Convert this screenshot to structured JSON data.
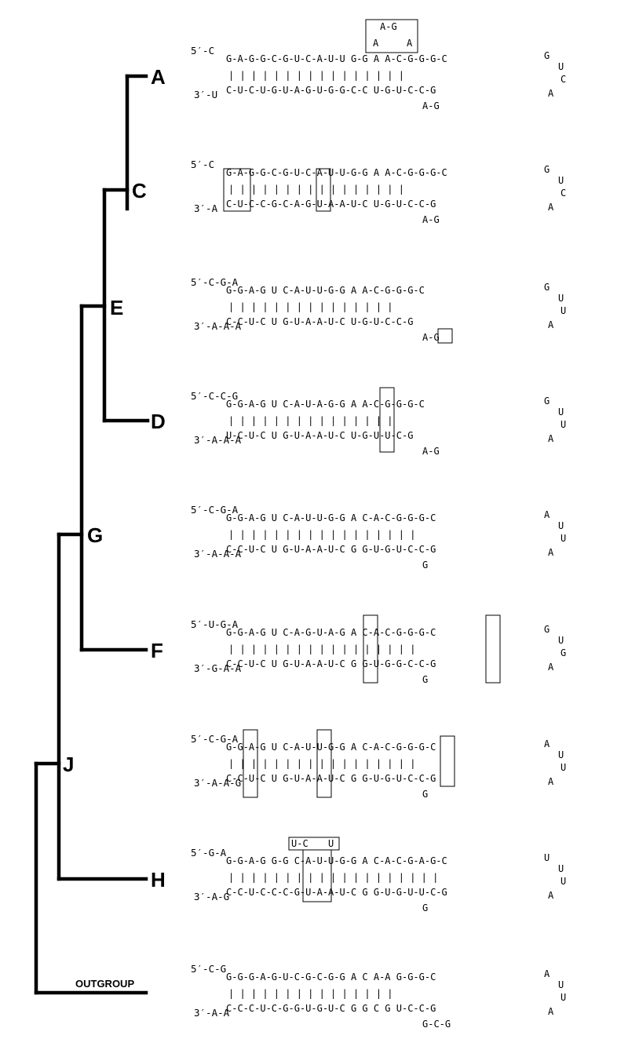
{
  "tree": {
    "taxa": [
      {
        "id": "A",
        "label": "A"
      },
      {
        "id": "C",
        "label": "C"
      },
      {
        "id": "E",
        "label": "E"
      },
      {
        "id": "D",
        "label": "D"
      },
      {
        "id": "G",
        "label": "G"
      },
      {
        "id": "F",
        "label": "F"
      },
      {
        "id": "J",
        "label": "J"
      },
      {
        "id": "H",
        "label": "H"
      },
      {
        "id": "OUT",
        "label": "OUTGROUP"
      }
    ]
  },
  "structures": [
    {
      "taxon": "A",
      "five_end": "5′-C",
      "three_end": "3′-U",
      "top": "G-A-G-G-C-G-U-C-A-U-U  G-G  A  A-C-G-G-G-C",
      "pairs": "|  |  |  |  |  |  |  |  |  |  |           |  |  |  |  |",
      "bottom": "C-U-C-U-G-U-A-G-U-G-G-C-C          U-G-U-C-C-G",
      "inner_loop": "A-G",
      "hairpin": [
        "G",
        "U",
        "C",
        "A"
      ],
      "box_text": [
        "A-G",
        "A",
        "A"
      ]
    },
    {
      "taxon": "C",
      "five_end": "5′-C",
      "three_end": "3′-A",
      "top": "G-A-G-G-C-G-U-C-A-U-U-G-G  A  A-C-G-G-G-C",
      "pairs": "|  |  |  |  |  |  |  |  |  |  |           |  |  |  |  |",
      "bottom": "C-U-C-C-G-C-A-G-U-A-A-U-C          U-G-U-C-C-G",
      "inner_loop": "A-G",
      "hairpin": [
        "G",
        "U",
        "C",
        "A"
      ]
    },
    {
      "taxon": "E",
      "five_end": "5′-C-G-A",
      "three_end": "3′-A-A-A",
      "top": "G-G-A-G  U  C-A-U-U-G-G  A  A-C-G-G-G-C",
      "pairs": "|  |  |  |      |  |  |  |  |          |  |  |  |  |  |",
      "bottom": "C-C-U-C  U  G-U-A-A-U-C          U-G-U-C-C-G",
      "inner_loop": "A-G",
      "hairpin": [
        "G",
        "U",
        "U",
        "A"
      ]
    },
    {
      "taxon": "D",
      "five_end": "5′-C-C-G",
      "three_end": "3′-A-A-A",
      "top": "G-G-A-G  U  C-A-U-A-G-G  A  A-C-G-G-G-C",
      "pairs": "|  |  |  |      |  |  |  |  |          |  |  |  |  |  |",
      "bottom": "U-C-U-C  U  G-U-A-A-U-C          U-G-U-U-C-G",
      "inner_loop": "A-G",
      "hairpin": [
        "G",
        "U",
        "U",
        "A"
      ]
    },
    {
      "taxon": "G",
      "five_end": "5′-C-G-A",
      "three_end": "3′-A-A-A",
      "top": "G-G-A-G  U  C-A-U-U-G-G  A  C-A-C-G-G-G-C",
      "pairs": "|  |  |  |      |  |  |  |  |  |       |  |  |  |  |  |  |",
      "bottom": "C-C-U-C  U  G-U-A-A-U-C  G  G-U-G-U-C-C-G",
      "inner_loop": "G",
      "hairpin": [
        "A",
        "U",
        "U",
        "A"
      ]
    },
    {
      "taxon": "F",
      "five_end": "5′-U-G-A",
      "three_end": "3′-G-A-A",
      "top": "G-G-A-G  U  C-A-G-U-A-G  A  C-A-C-G-G-G-C",
      "pairs": "|  |  |  |      |  |  |  |  |  |       |  |  |  |  |  |  |",
      "bottom": "C-C-U-C  U  G-U-A-A-U-C  G  G-U-G-G-C-C-G",
      "inner_loop": "G",
      "hairpin": [
        "G",
        "U",
        "G",
        "A"
      ]
    },
    {
      "taxon": "J",
      "five_end": "5′-C-G-A",
      "three_end": "3′-A-A-G",
      "top": "G-G-A-G  U  C-A-U-U-G-G  A  C-A-C-G-G-G-C",
      "pairs": "|  |  |  |      |  |  |  |  |  |       |  |  |  |  |  |  |",
      "bottom": "C-C-U-C  U  G-U-A-A-U-C  G  G-U-G-U-C-C-G",
      "inner_loop": "G",
      "hairpin": [
        "A",
        "U",
        "U",
        "A"
      ]
    },
    {
      "taxon": "H",
      "five_end": "5′-G-A",
      "three_end": "3′-A-G",
      "top": "G-G-A-G  G-G  C-A-U-U-G-G  A  C-A-C-G-A-G-C",
      "pairs": "|  |  |  |  |  |  |  |  |  |  |  |       |  |  |  |  |  |  |",
      "bottom": "C-C-U-C-C-C-G-U-A-A-U-C  G  G-U-G-U-U-C-G",
      "inner_loop": "G",
      "hairpin": [
        "U",
        "U",
        "U",
        "A"
      ],
      "box_text": [
        "U-C",
        "U"
      ]
    },
    {
      "taxon": "OUT",
      "five_end": "5′-C-G",
      "three_end": "3′-A-A",
      "top": "G-G-G-A-G-U-C-G-C-G-G  A  C  A-A  G-G-G-C",
      "pairs": "|  |  |  |  |  |  |  |  |  |  |               |  |  |  |",
      "bottom": "C-C-C-U-C-G-G-U-G-U-C  G  G  C  G  U-C-C-G",
      "inner_loop": "G-C-G",
      "hairpin": [
        "A",
        "U",
        "U",
        "A"
      ]
    }
  ]
}
